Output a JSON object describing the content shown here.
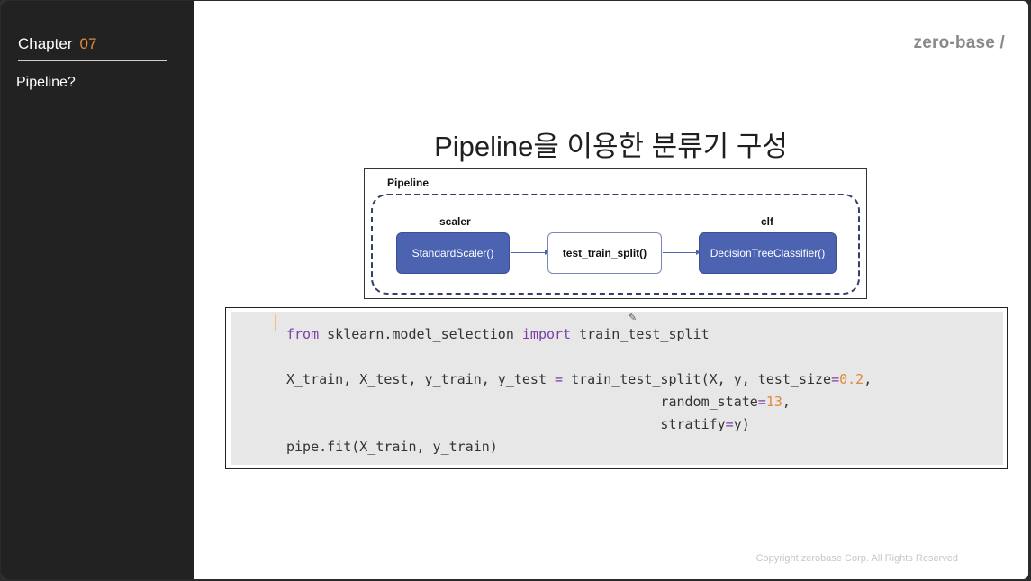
{
  "sidebar": {
    "chapter_label": "Chapter",
    "chapter_number": "07",
    "section_title": "Pipeline?"
  },
  "brand": {
    "logo_text": "zero-base /"
  },
  "slide": {
    "title": "Pipeline을 이용한 분류기 구성"
  },
  "diagram": {
    "pipeline_label": "Pipeline",
    "steps": [
      {
        "name": "scaler",
        "node": "StandardScaler()"
      },
      {
        "name": "",
        "node": "test_train_split()"
      },
      {
        "name": "clf",
        "node": "DecisionTreeClassifier()"
      }
    ]
  },
  "code": {
    "line1": {
      "kw_from": "from",
      "module": " sklearn.model_selection ",
      "kw_import": "import",
      "name": " train_test_split"
    },
    "line3": {
      "pre": "X_train, X_test, y_train, y_test ",
      "eq": "=",
      "call": " train_test_split(X, y, test_size",
      "eq2": "=",
      "num": "0.2",
      "post": ","
    },
    "line4": {
      "indent": "                                              random_state",
      "eq": "=",
      "num": "13",
      "post": ","
    },
    "line5": {
      "indent": "                                              stratify",
      "eq": "=",
      "val": "y)"
    },
    "line6": "pipe.fit(X_train, y_train)"
  },
  "footer": {
    "copyright": "Copyright zerobase Corp. All Rights Reserved"
  },
  "colors": {
    "sidebar_bg": "#222222",
    "node_blue": "#4c63b1",
    "keyword": "#7a3ea6",
    "number": "#e08a3c"
  }
}
